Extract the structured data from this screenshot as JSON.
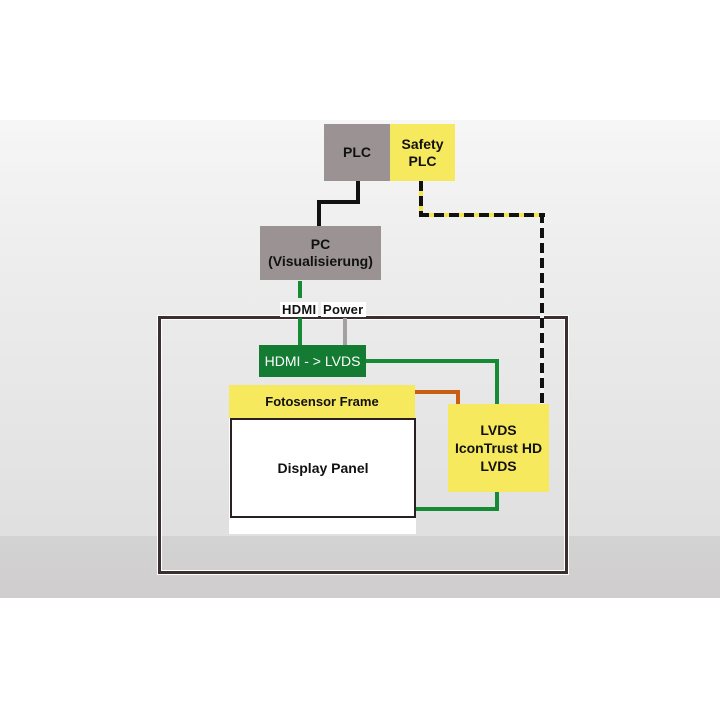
{
  "diagram": {
    "nodes": {
      "plc": {
        "label": "PLC",
        "color": "#9b9393"
      },
      "safety_plc": {
        "line1": "Safety",
        "line2": "PLC",
        "color": "#f7e95d"
      },
      "pc": {
        "line1": "PC",
        "line2": "(Visualisierung)",
        "color": "#9b9393"
      },
      "converter": {
        "label": "HDMI - > LVDS",
        "color": "#137b32"
      },
      "fotosensor": {
        "label": "Fotosensor Frame",
        "color": "#f7e95d"
      },
      "display": {
        "label": "Display Panel"
      },
      "icontrust": {
        "line1": "LVDS",
        "line2": "IconTrust HD",
        "line3": "LVDS",
        "color": "#f7e95d"
      }
    },
    "connection_labels": {
      "hdmi": "HDMI",
      "power": "Power"
    },
    "connections": [
      {
        "from": "plc",
        "to": "pc",
        "style": "solid",
        "color": "#111111"
      },
      {
        "from": "safety_plc",
        "to": "icontrust",
        "style": "dashed",
        "color": "#111111"
      },
      {
        "from": "pc",
        "to": "converter",
        "label": "HDMI",
        "style": "solid",
        "color": "#178a35"
      },
      {
        "from": "power",
        "to": "converter",
        "label": "Power",
        "style": "solid",
        "color": "#a3a0a0"
      },
      {
        "from": "converter",
        "to": "icontrust",
        "style": "solid",
        "color": "#178a35"
      },
      {
        "from": "fotosensor",
        "to": "icontrust",
        "style": "solid",
        "color": "#c85d14"
      },
      {
        "from": "icontrust",
        "to": "display",
        "style": "solid",
        "color": "#178a35"
      }
    ]
  }
}
